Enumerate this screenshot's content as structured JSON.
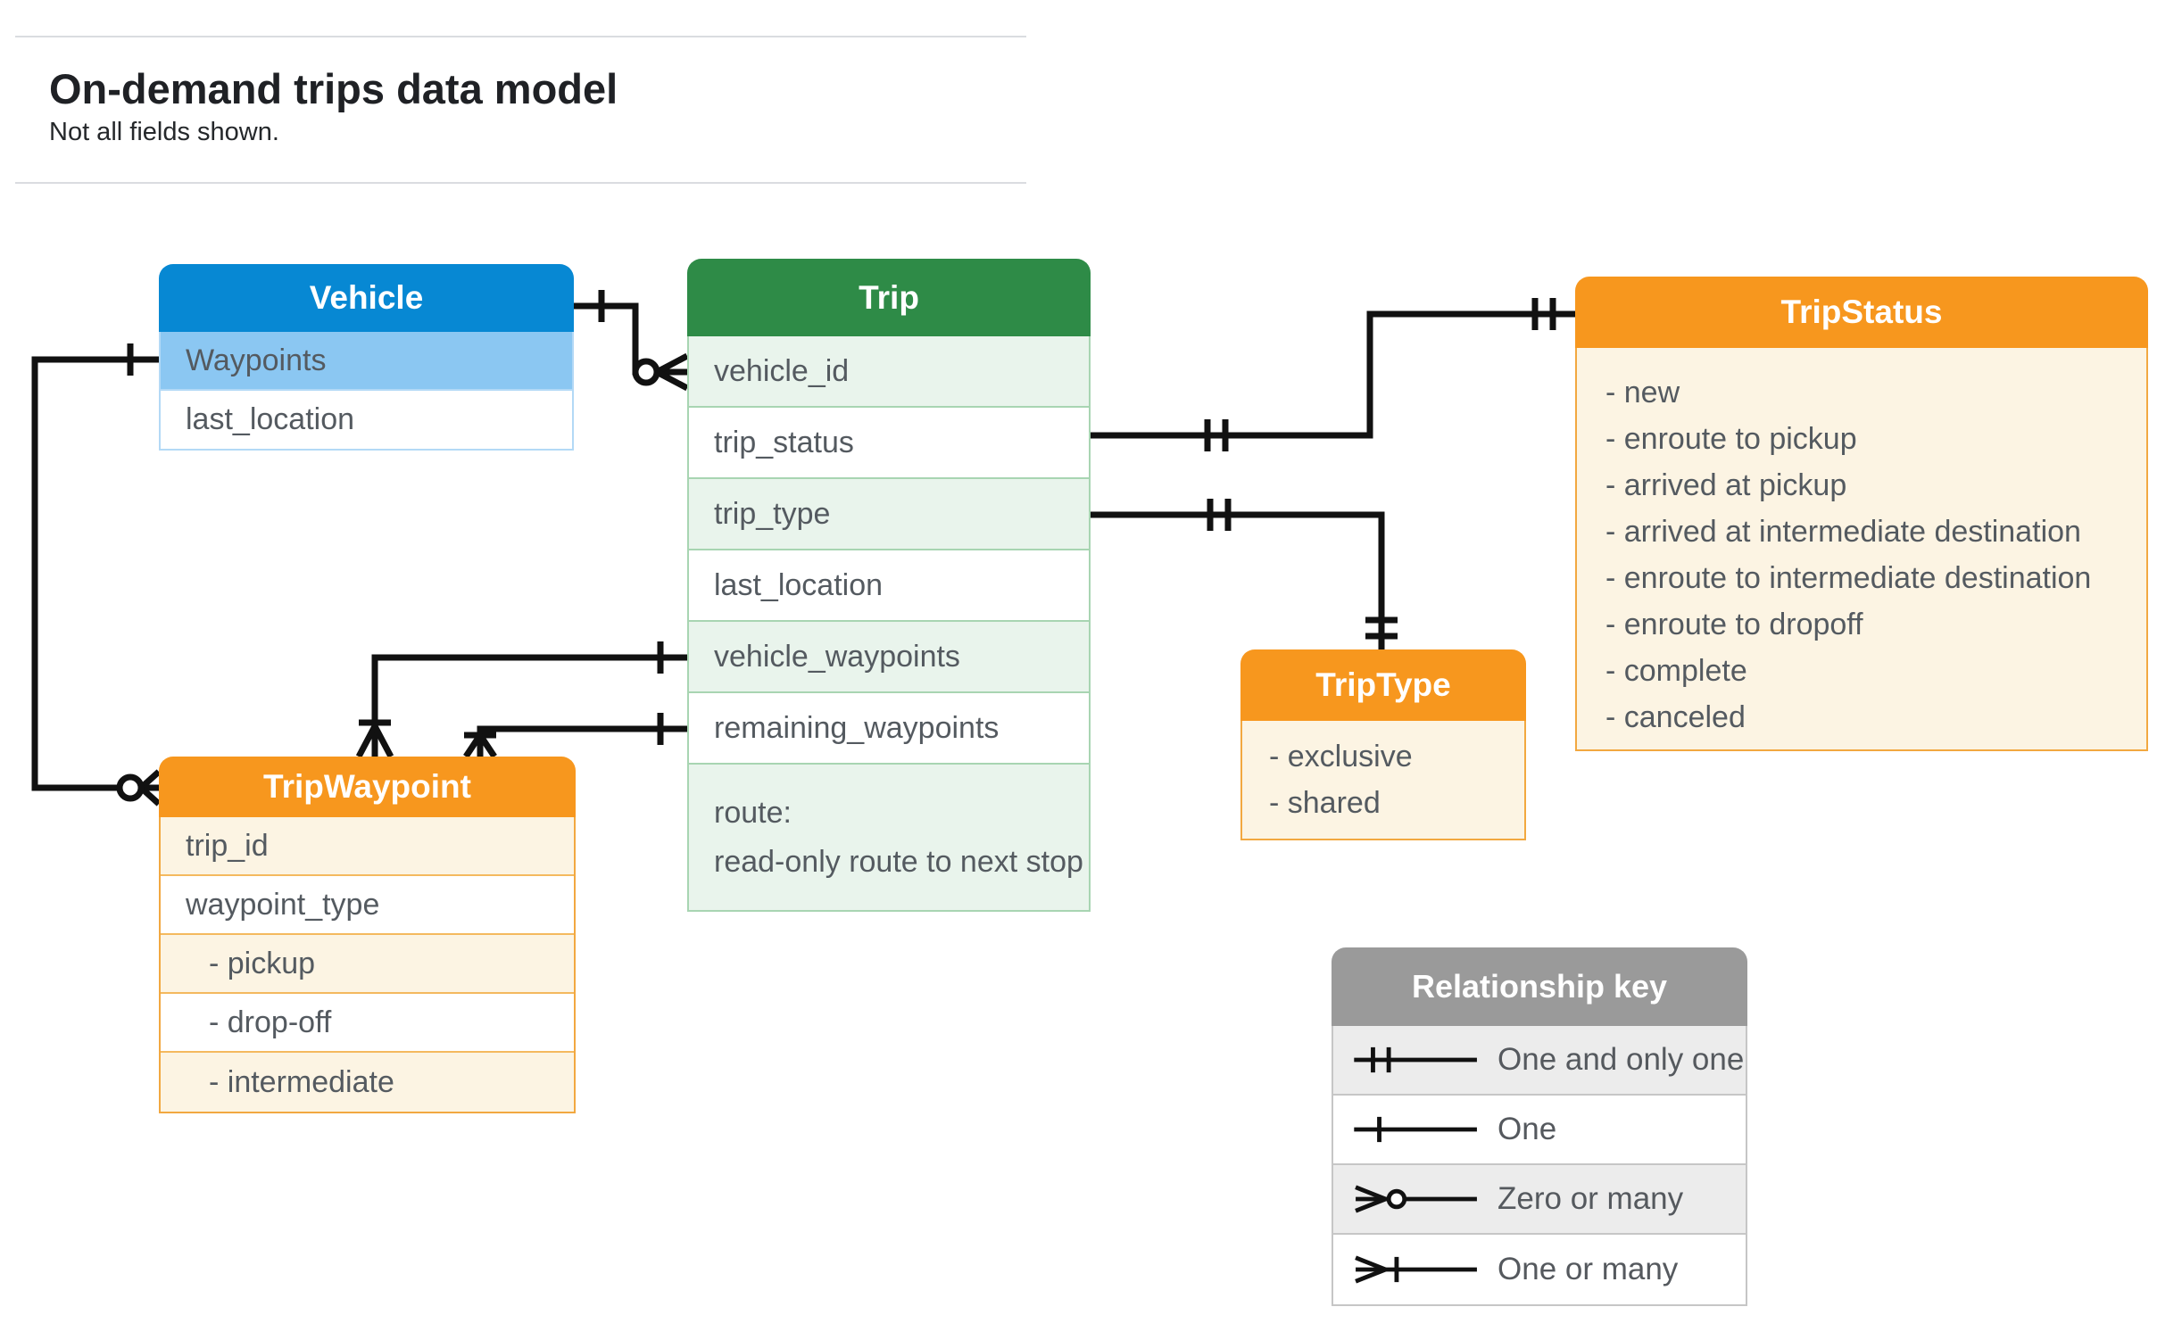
{
  "page": {
    "title": "On-demand trips data model",
    "subtitle": "Not all fields shown."
  },
  "entities": {
    "vehicle": {
      "title": "Vehicle",
      "fields": [
        "Waypoints",
        "last_location"
      ]
    },
    "trip": {
      "title": "Trip",
      "fields": [
        "vehicle_id",
        "trip_status",
        "trip_type",
        "last_location",
        "vehicle_waypoints",
        "remaining_waypoints"
      ],
      "route": [
        "route:",
        "read-only route to next stop"
      ]
    },
    "tripStatus": {
      "title": "TripStatus",
      "values": [
        "- new",
        "- enroute to pickup",
        "- arrived at pickup",
        "- arrived at intermediate destination",
        "- enroute to intermediate destination",
        "- enroute to dropoff",
        "- complete",
        "- canceled"
      ]
    },
    "tripType": {
      "title": "TripType",
      "values": [
        "- exclusive",
        "- shared"
      ]
    },
    "tripWaypoint": {
      "title": "TripWaypoint",
      "fields": [
        "trip_id",
        "waypoint_type"
      ],
      "values": [
        "- pickup",
        "- drop-off",
        "- intermediate"
      ]
    }
  },
  "legend": {
    "title": "Relationship key",
    "items": [
      "One and only one",
      "One",
      "Zero or many",
      "One or many"
    ]
  },
  "colors": {
    "blue_header": "#0788d3",
    "blue_row": "#8bc7f2",
    "green_header": "#2e8b47",
    "green_row": "#e9f4ec",
    "orange_header": "#f7971e",
    "orange_body": "#fcf4e3",
    "gray_header": "#9a9a9a",
    "gray_row": "#ececec",
    "connector": "#111111",
    "field_text": "#545a60"
  }
}
